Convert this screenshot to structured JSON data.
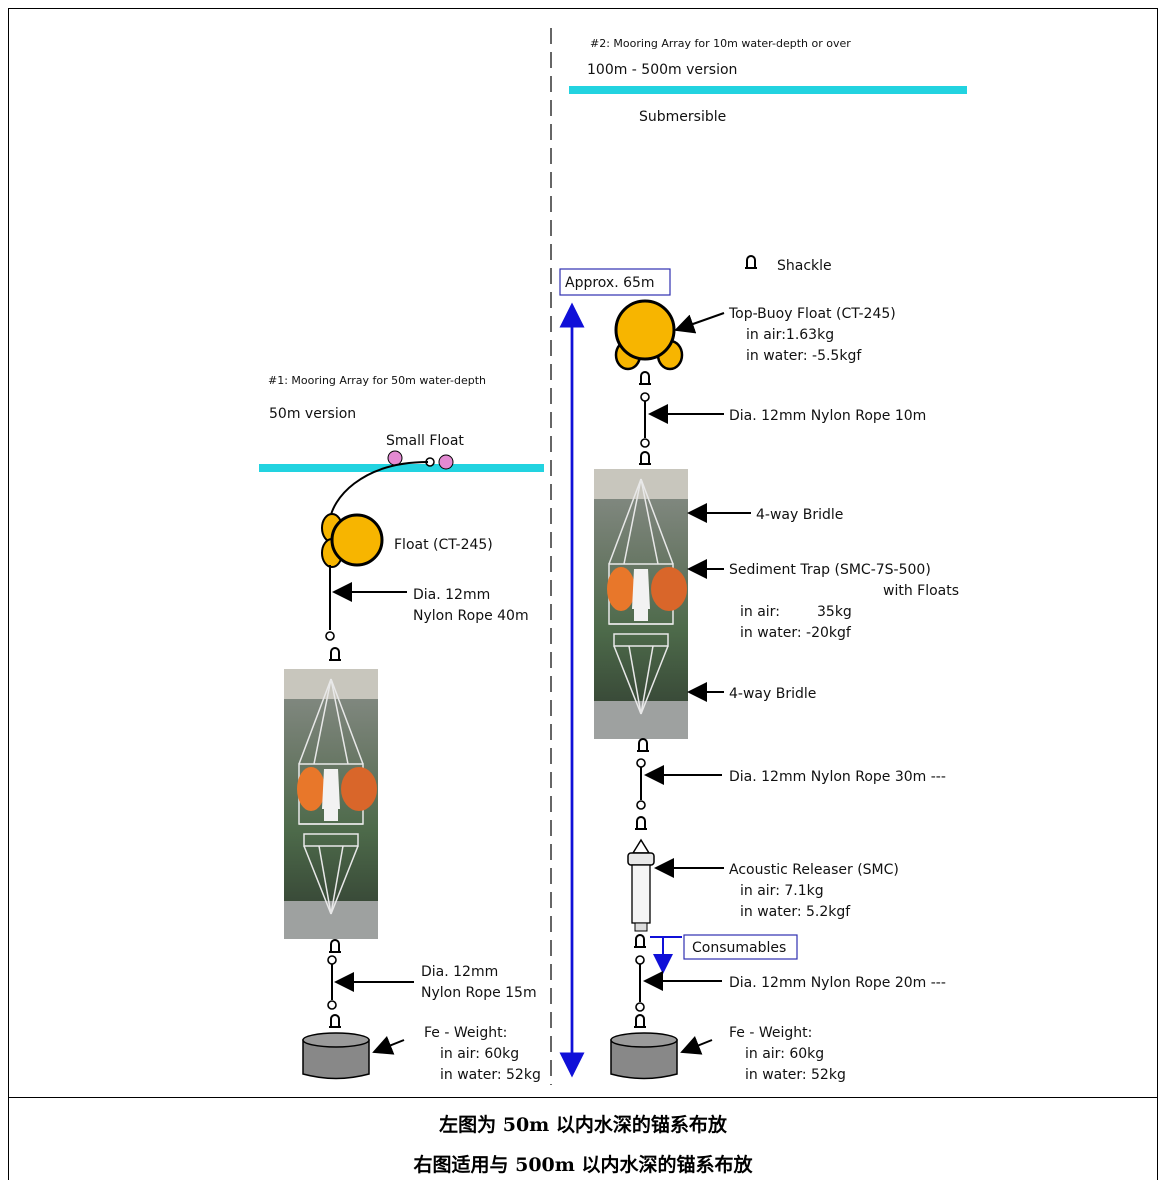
{
  "left": {
    "header": "#1: Mooring Array for 50m water-depth",
    "version": "50m version",
    "small_float": "Small Float",
    "float": "Float (CT-245)",
    "rope_top": [
      "Dia. 12mm",
      "Nylon Rope 40m"
    ],
    "rope_bottom": [
      "Dia. 12mm",
      "Nylon Rope 15m"
    ],
    "weight": [
      "Fe - Weight:",
      "in air: 60kg",
      "in water: 52kg"
    ]
  },
  "right": {
    "header": "#2: Mooring Array for 10m water-depth or over",
    "version": "100m - 500m version",
    "submersible": "Submersible",
    "shackle_legend": "Shackle",
    "approx": "Approx. 65m",
    "top_buoy": [
      "Top-Buoy Float (CT-245)",
      "in air:1.63kg",
      "in water: -5.5kgf"
    ],
    "rope_1": "Dia. 12mm Nylon Rope 10m",
    "bridle_top": "4-way Bridle",
    "trap": [
      "Sediment Trap (SMC-7S-500)",
      "with Floats",
      "in air:",
      "35kg",
      "in water: -20kgf"
    ],
    "bridle_bottom": "4-way Bridle",
    "rope_2": "Dia. 12mm Nylon Rope 30m ---",
    "releaser": [
      "Acoustic Releaser (SMC)",
      "in air: 7.1kg",
      "in water: 5.2kgf"
    ],
    "consumables": "Consumables",
    "rope_3": "Dia. 12mm Nylon Rope 20m ---",
    "weight": [
      "Fe - Weight:",
      "in air: 60kg",
      "in water: 52kg"
    ]
  },
  "captions": [
    "左图为 50m 以内水深的锚系布放",
    "右图适用与 500m 以内水深的锚系布放"
  ],
  "colors": {
    "sea": "#22d3e0",
    "float": "#f7b500",
    "small_float": "#e38ad2",
    "arrow_blue": "#1010d8",
    "weight": "#888888"
  }
}
